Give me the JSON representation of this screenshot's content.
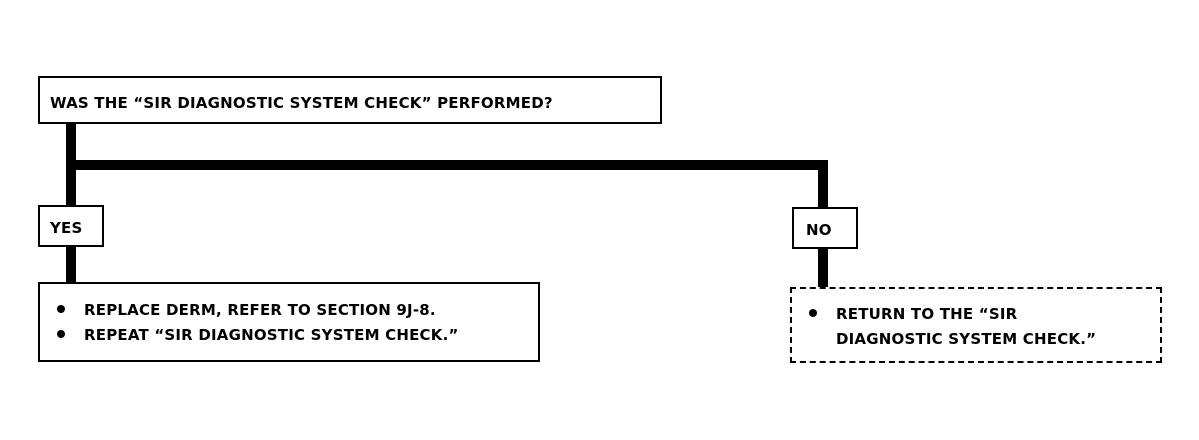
{
  "question": "WAS THE “SIR DIAGNOSTIC SYSTEM CHECK” PERFORMED?",
  "yes": {
    "label": "YES",
    "actions": [
      "REPLACE DERM, REFER TO SECTION 9J-8.",
      "REPEAT “SIR DIAGNOSTIC SYSTEM CHECK.”"
    ]
  },
  "no": {
    "label": "NO",
    "actions": [
      {
        "line1": "RETURN TO THE “SIR",
        "line2": "DIAGNOSTIC SYSTEM CHECK.”"
      }
    ]
  }
}
